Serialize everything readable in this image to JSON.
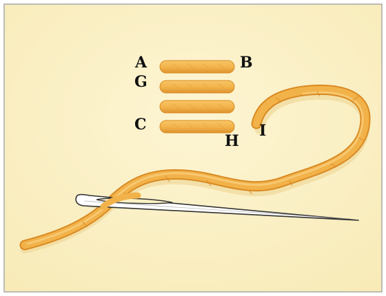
{
  "colors": {
    "background": "#fbf1c4",
    "border": "#a9a9a9",
    "thread": "#f2b24a",
    "thread_dark": "#d98a22",
    "thread_shadow": "#efd99a",
    "needle": "#ffffff",
    "needle_outline": "#333333",
    "label": "#111111"
  },
  "labels": {
    "a": "A",
    "b": "B",
    "g": "G",
    "c": "C",
    "h": "H",
    "i": "I"
  },
  "stitches": {
    "count": 4
  },
  "icons": {
    "needle": "sewing-needle-icon",
    "thread": "thread-strand"
  }
}
